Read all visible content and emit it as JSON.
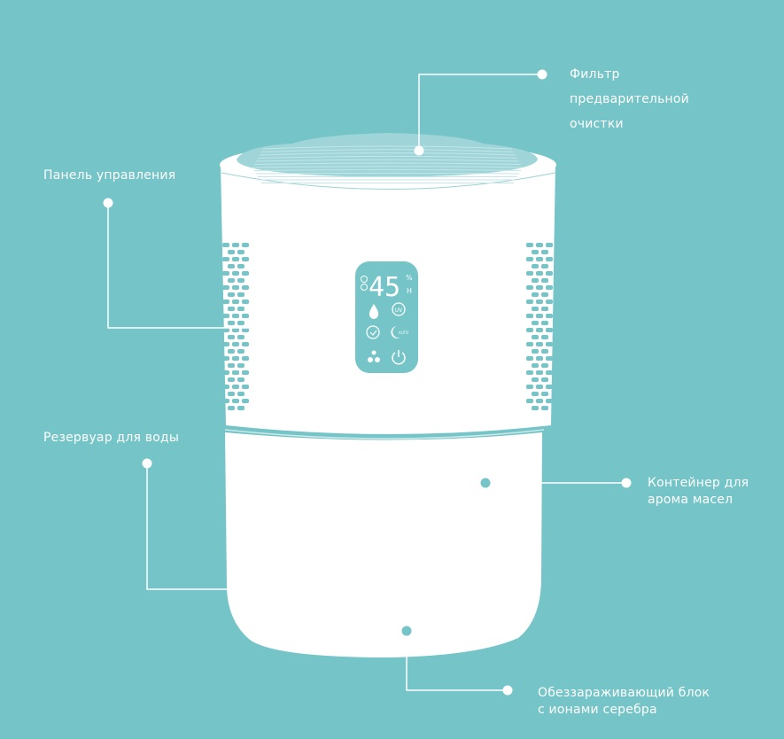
{
  "labels": {
    "filter": [
      "Фильтр",
      "предварительной",
      "очистки"
    ],
    "control_panel": "Панель управления",
    "reservoir": "Резервуар для воды",
    "aroma": [
      "Контейнер для",
      "арома масел"
    ],
    "disinfection": [
      "Обеззараживающий блок",
      "с ионами серебра"
    ]
  },
  "display": {
    "humidity": "45",
    "unit_top": "%",
    "unit_bottom": "H",
    "uv": "UV",
    "auto": "AUTO"
  },
  "colors": {
    "background": "#74c4c8",
    "body": "#ffffff",
    "accent": "#74c4c8"
  }
}
